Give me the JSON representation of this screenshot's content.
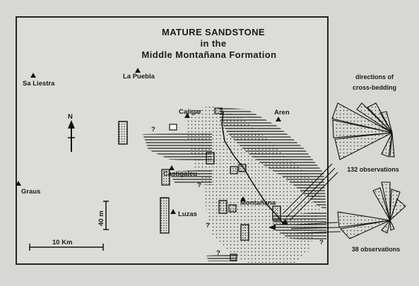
{
  "title": {
    "line1": "MATURE SANDSTONE",
    "line2": "in the",
    "line3": "Middle Montañana Formation"
  },
  "places": {
    "sa_liestra": "Sa Liestra",
    "la_puebla": "La Puebla",
    "cajigar": "Cajigar",
    "aren": "Aren",
    "castigaleu": "Castigaleu",
    "luzas": "Luzas",
    "montanana": "Montañana",
    "graus": "Graus"
  },
  "north_label": "N",
  "scale": {
    "horizontal": "10 Km",
    "vertical": "40 m"
  },
  "rose_diagrams": {
    "heading_line1": "directions of",
    "heading_line2": "cross-bedding",
    "rose1_label": "132 observations",
    "rose2_label": "38 observations"
  },
  "unknown_marks": [
    "?",
    "?",
    "?",
    "?",
    "?"
  ]
}
